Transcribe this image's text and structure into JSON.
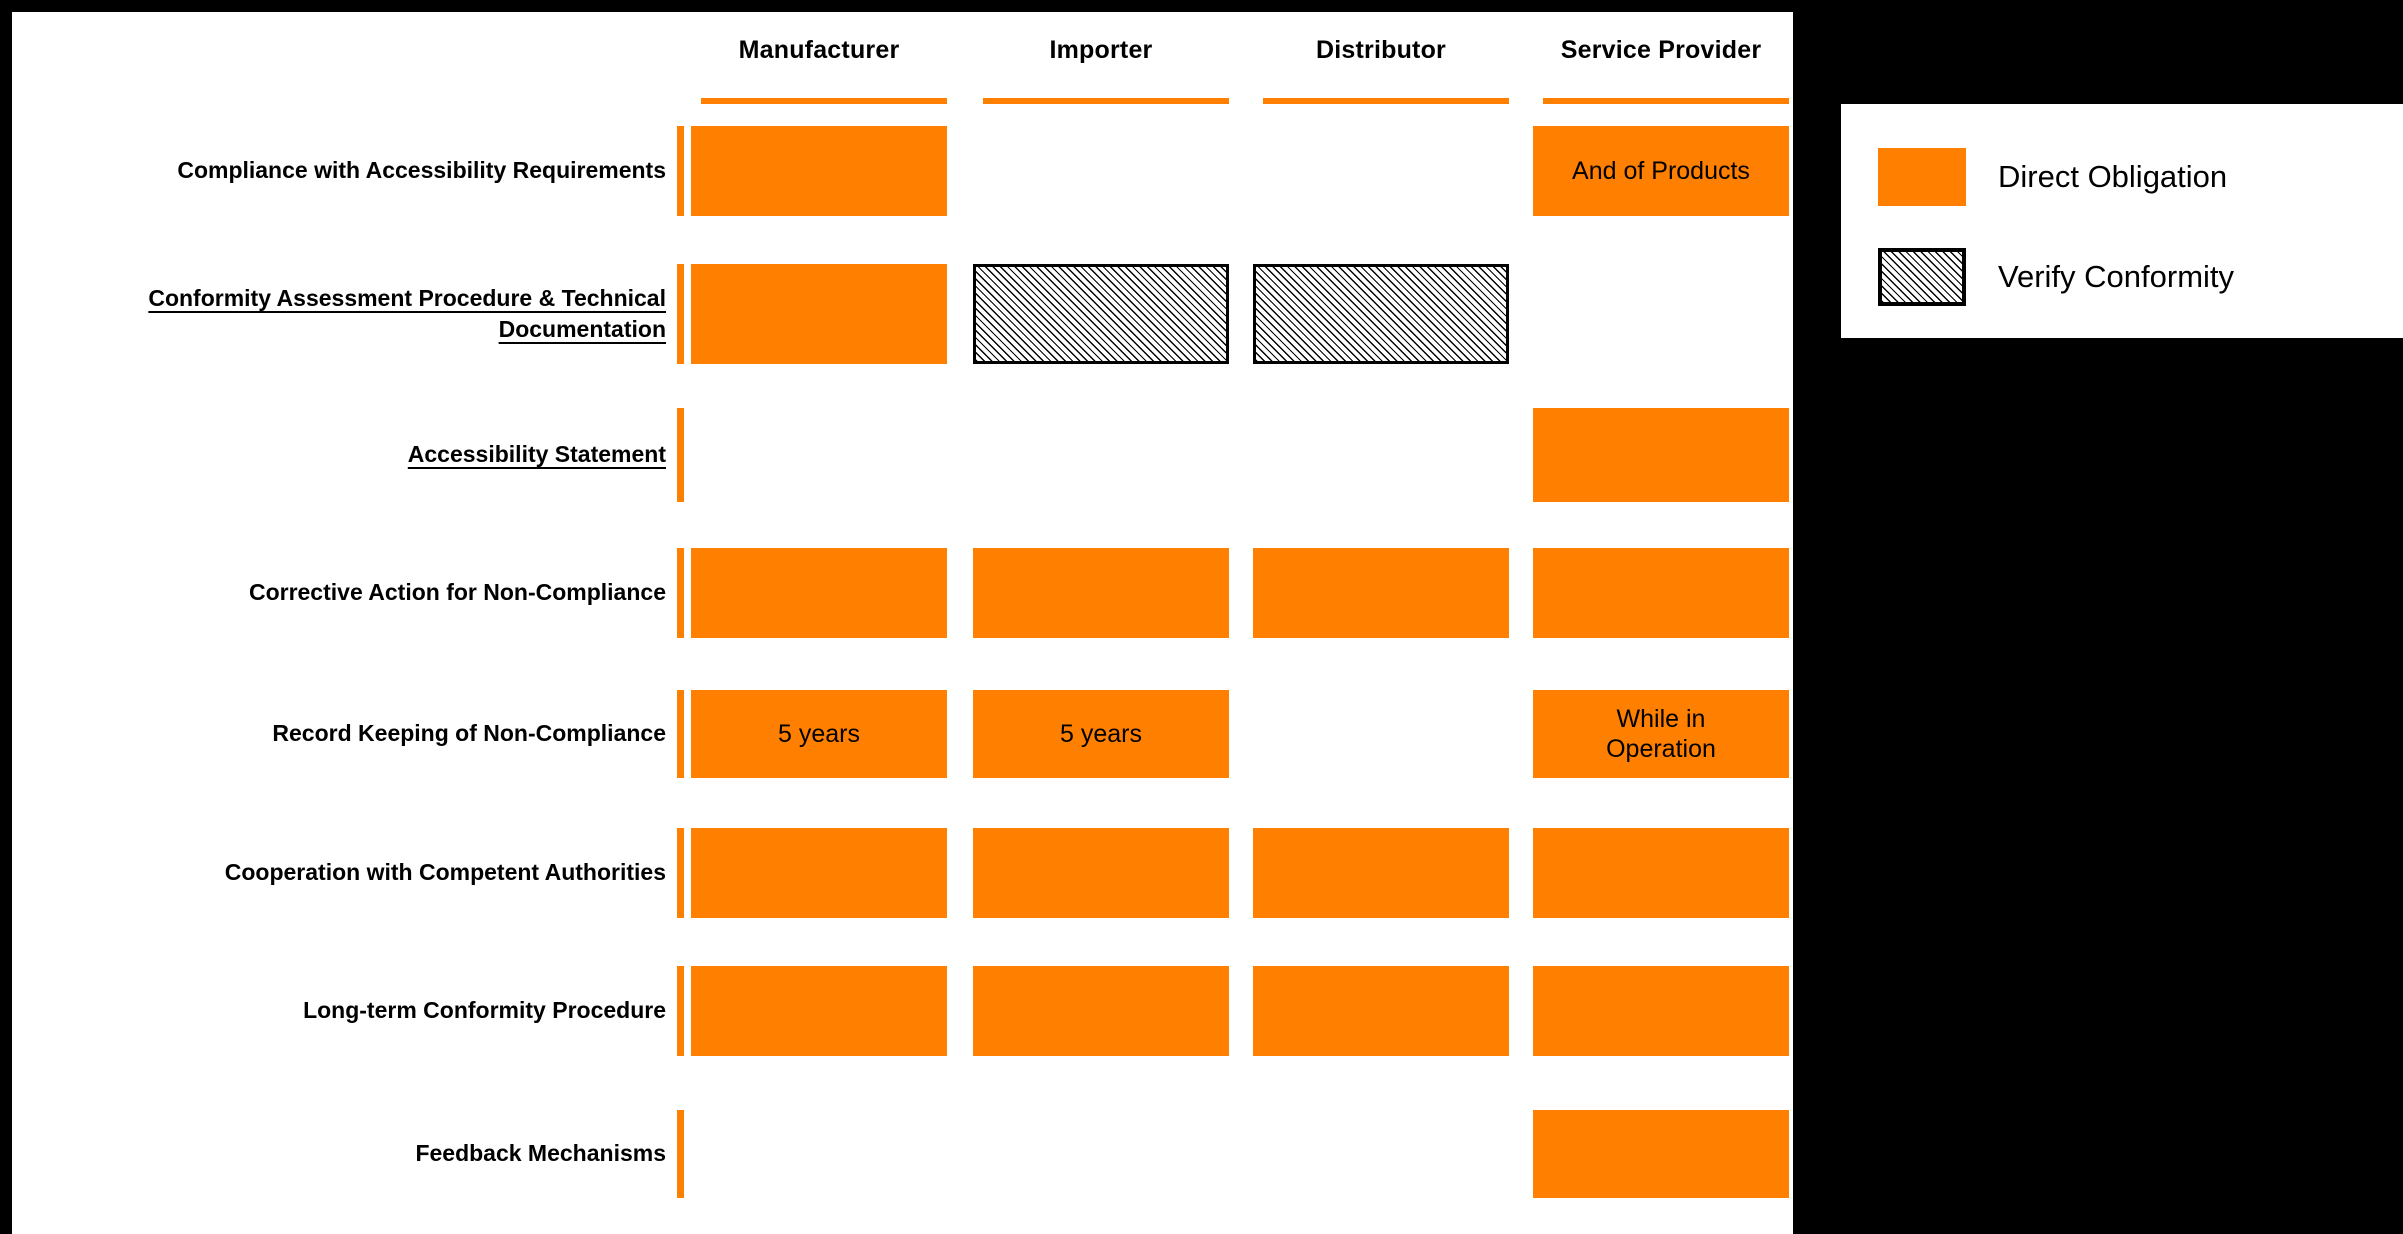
{
  "chart_data": {
    "type": "table",
    "title": "",
    "columns": [
      "Manufacturer",
      "Importer",
      "Distributor",
      "Service Provider"
    ],
    "categories": [
      "Compliance with Accessibility Requirements",
      "Conformity Assessment Procedure & Technical Documentation",
      "Accessibility Statement",
      "Corrective Action for Non-Compliance",
      "Record Keeping of Non-Compliance",
      "Cooperation with Competent Authorities",
      "Long-term Conformity Procedure",
      "Feedback Mechanisms"
    ],
    "legend": {
      "position": "right",
      "entries": [
        {
          "key": "direct",
          "label": "Direct Obligation",
          "color": "#FF7F00"
        },
        {
          "key": "verify",
          "label": "Verify Conformity",
          "color": "#FFFFFF"
        }
      ]
    },
    "cells": [
      [
        {
          "state": "direct",
          "label": ""
        },
        {
          "state": "none",
          "label": ""
        },
        {
          "state": "none",
          "label": ""
        },
        {
          "state": "direct",
          "label": "And of Products"
        }
      ],
      [
        {
          "state": "direct",
          "label": ""
        },
        {
          "state": "verify",
          "label": ""
        },
        {
          "state": "verify",
          "label": ""
        },
        {
          "state": "none",
          "label": ""
        }
      ],
      [
        {
          "state": "none",
          "label": ""
        },
        {
          "state": "none",
          "label": ""
        },
        {
          "state": "none",
          "label": ""
        },
        {
          "state": "direct",
          "label": ""
        }
      ],
      [
        {
          "state": "direct",
          "label": ""
        },
        {
          "state": "direct",
          "label": ""
        },
        {
          "state": "direct",
          "label": ""
        },
        {
          "state": "direct",
          "label": ""
        }
      ],
      [
        {
          "state": "direct",
          "label": "5 years"
        },
        {
          "state": "direct",
          "label": "5 years"
        },
        {
          "state": "none",
          "label": ""
        },
        {
          "state": "direct",
          "label": "While in\nOperation"
        }
      ],
      [
        {
          "state": "direct",
          "label": ""
        },
        {
          "state": "direct",
          "label": ""
        },
        {
          "state": "direct",
          "label": ""
        },
        {
          "state": "direct",
          "label": ""
        }
      ],
      [
        {
          "state": "direct",
          "label": ""
        },
        {
          "state": "direct",
          "label": ""
        },
        {
          "state": "direct",
          "label": ""
        },
        {
          "state": "direct",
          "label": ""
        }
      ],
      [
        {
          "state": "none",
          "label": ""
        },
        {
          "state": "none",
          "label": ""
        },
        {
          "state": "none",
          "label": ""
        },
        {
          "state": "direct",
          "label": ""
        }
      ]
    ],
    "row_label_styles": [
      "plain",
      "underlined",
      "underlined",
      "plain",
      "plain",
      "plain",
      "plain",
      "plain"
    ],
    "grid": false,
    "accent_color": "#FF7F00",
    "background_color": "#FFFFFF",
    "page_background_color": "#000000"
  }
}
